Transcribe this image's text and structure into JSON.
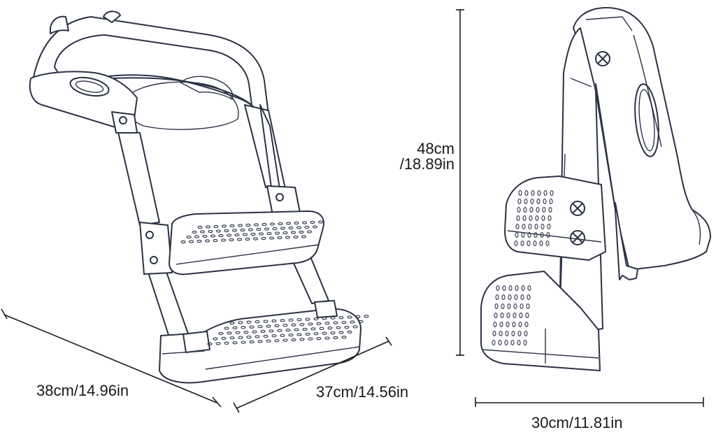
{
  "dimensions": {
    "width_left": "38cm/14.96in",
    "depth": "37cm/14.56in",
    "height": "48cm/18.89in",
    "side_depth": "30cm/11.81in"
  },
  "colors": {
    "line": "#2b3244",
    "background": "#ffffff",
    "dimension": "#1a1a1a"
  },
  "icons": {
    "screw": "x-circle",
    "handle_hole": "oval"
  }
}
